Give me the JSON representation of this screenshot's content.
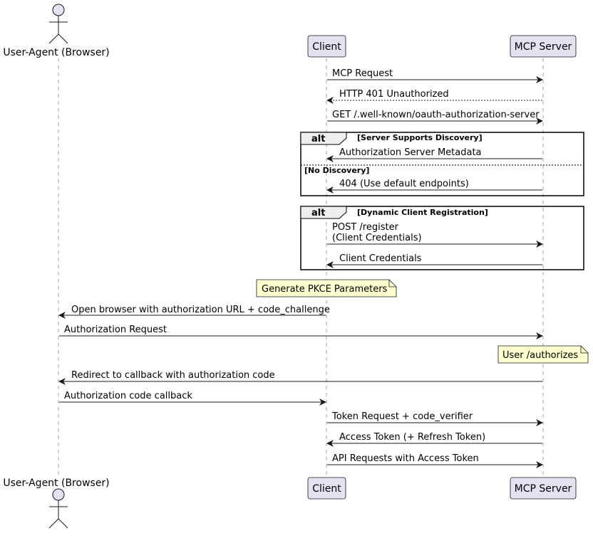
{
  "participants": {
    "user_agent": "User-Agent (Browser)",
    "client": "Client",
    "server": "MCP Server"
  },
  "messages": [
    {
      "text": "MCP Request",
      "from": "client",
      "to": "server",
      "style": "solid"
    },
    {
      "text": "HTTP 401 Unauthorized",
      "from": "server",
      "to": "client",
      "style": "dashed"
    },
    {
      "text": "GET /.well-known/oauth-authorization-server",
      "from": "client",
      "to": "server",
      "style": "solid"
    },
    {
      "text": "Authorization Server Metadata",
      "from": "server",
      "to": "client",
      "style": "solid"
    },
    {
      "text": "404 (Use default endpoints)",
      "from": "server",
      "to": "client",
      "style": "solid"
    },
    {
      "text": "POST /register",
      "from": "client",
      "to": "server",
      "style": "solid"
    },
    {
      "text": "(Client Credentials)",
      "from": "client",
      "to": "server",
      "style": "solid"
    },
    {
      "text": "Client Credentials",
      "from": "server",
      "to": "client",
      "style": "solid"
    },
    {
      "text": "Open browser with authorization URL + code_challenge",
      "from": "client",
      "to": "user_agent",
      "style": "solid"
    },
    {
      "text": "Authorization Request",
      "from": "user_agent",
      "to": "server",
      "style": "solid"
    },
    {
      "text": "Redirect to callback with authorization code",
      "from": "server",
      "to": "user_agent",
      "style": "solid"
    },
    {
      "text": "Authorization code callback",
      "from": "user_agent",
      "to": "client",
      "style": "solid"
    },
    {
      "text": "Token Request + code_verifier",
      "from": "client",
      "to": "server",
      "style": "solid"
    },
    {
      "text": "Access Token (+ Refresh Token)",
      "from": "server",
      "to": "client",
      "style": "solid"
    },
    {
      "text": "API Requests with Access Token",
      "from": "client",
      "to": "server",
      "style": "solid"
    }
  ],
  "fragments": [
    {
      "keyword": "alt",
      "condition": "[Server Supports Discovery]",
      "else_condition": "[No Discovery]"
    },
    {
      "keyword": "alt",
      "condition": "[Dynamic Client Registration]"
    }
  ],
  "notes": {
    "pkce": "Generate PKCE Parameters",
    "authorize": "User /authorizes"
  },
  "colors": {
    "participant_fill": "#E2E2F0",
    "participant_border": "#181818",
    "note_fill": "#FEFECE",
    "lifeline": "#A0A0A0",
    "line": "#181818"
  }
}
